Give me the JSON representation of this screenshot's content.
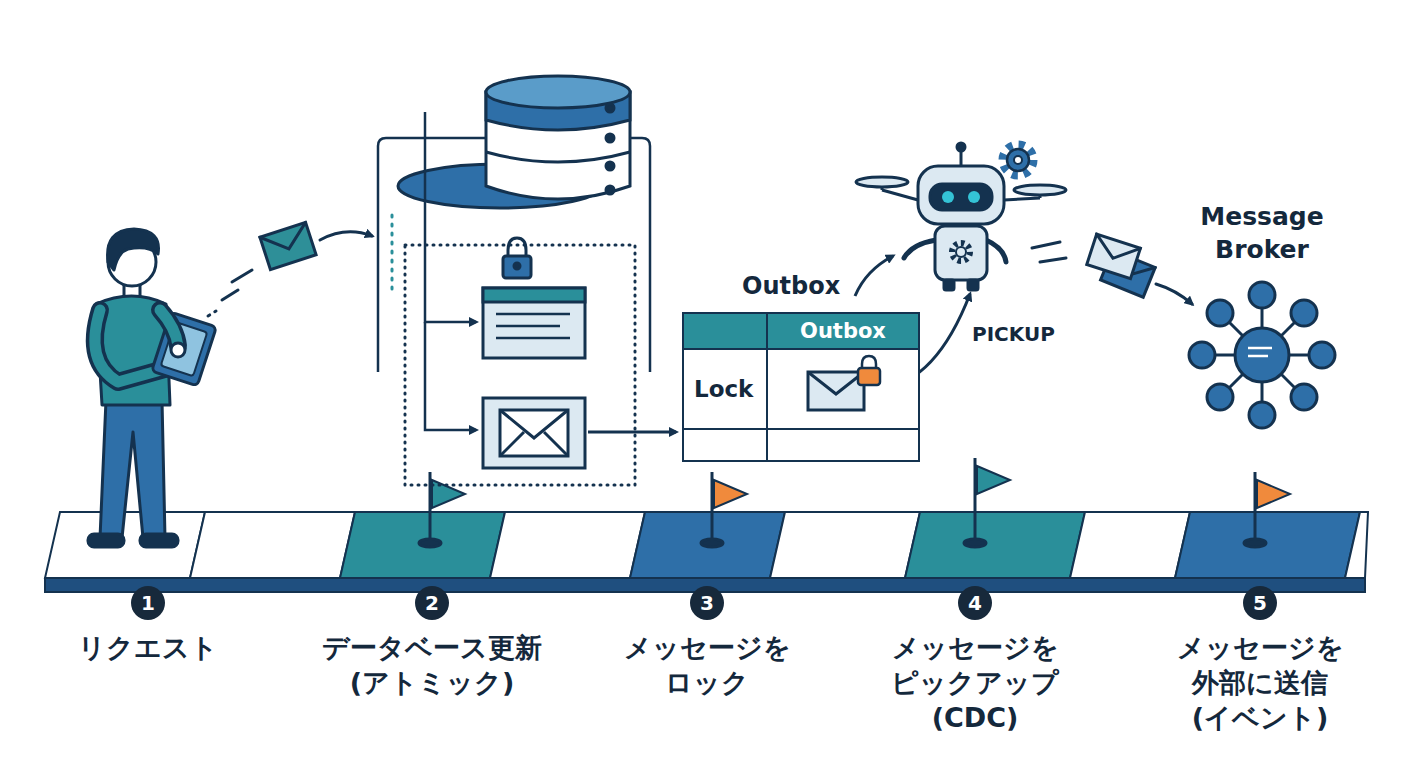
{
  "diagram": {
    "nodes": [
      {
        "text": [
          "Outbox",
          "Lock"
        ]
      },
      {
        "text": [
          "Message Broker"
        ]
      },
      {
        "text": [
          "1",
          "リクエスト"
        ]
      },
      {
        "text": [
          "2",
          "データベース更新 (アトミック)"
        ]
      },
      {
        "text": [
          "3",
          "メッセージを ロック"
        ]
      },
      {
        "text": [
          "4",
          "メッセージを ピックアップ (CDC)"
        ]
      },
      {
        "text": [
          "5",
          "メッセージを 外部に送信 (イベント)"
        ]
      }
    ],
    "labels": [
      "Outbox",
      "PICKUP"
    ]
  }
}
